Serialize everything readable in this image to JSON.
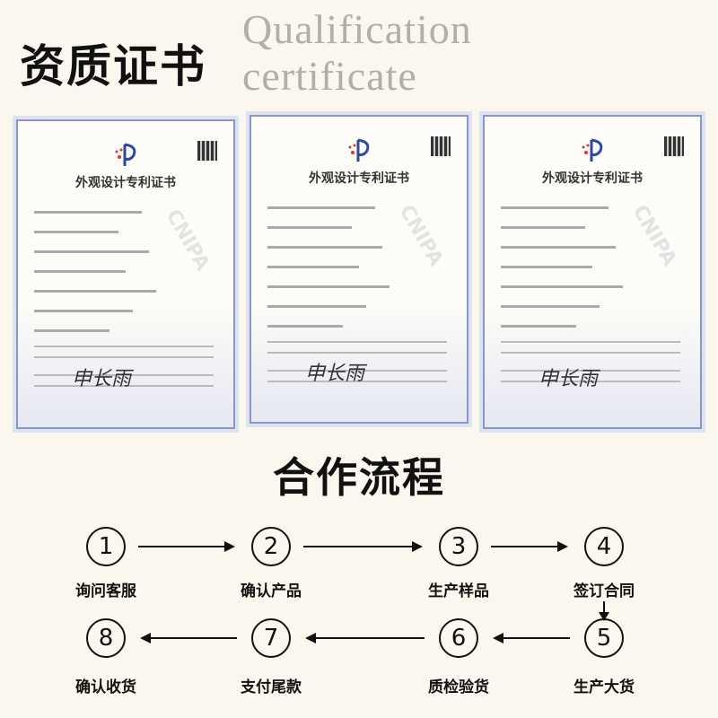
{
  "header": {
    "watermark_line1": "Qualification",
    "watermark_line2": "certificate",
    "title": "资质证书"
  },
  "certificates": [
    {
      "title": "外观设计专利证书",
      "watermark": "CNIPA",
      "signature": "申长雨"
    },
    {
      "title": "外观设计专利证书",
      "watermark": "CNIPA",
      "signature": "申长雨"
    },
    {
      "title": "外观设计专利证书",
      "watermark": "CNIPA",
      "signature": "申长雨"
    }
  ],
  "process": {
    "title": "合作流程",
    "steps": [
      {
        "num": "1",
        "label": "询问客服"
      },
      {
        "num": "2",
        "label": "确认产品"
      },
      {
        "num": "3",
        "label": "生产样品"
      },
      {
        "num": "4",
        "label": "签订合同"
      },
      {
        "num": "5",
        "label": "生产大货"
      },
      {
        "num": "6",
        "label": "质检验货"
      },
      {
        "num": "7",
        "label": "支付尾款"
      },
      {
        "num": "8",
        "label": "确认收货"
      }
    ]
  }
}
